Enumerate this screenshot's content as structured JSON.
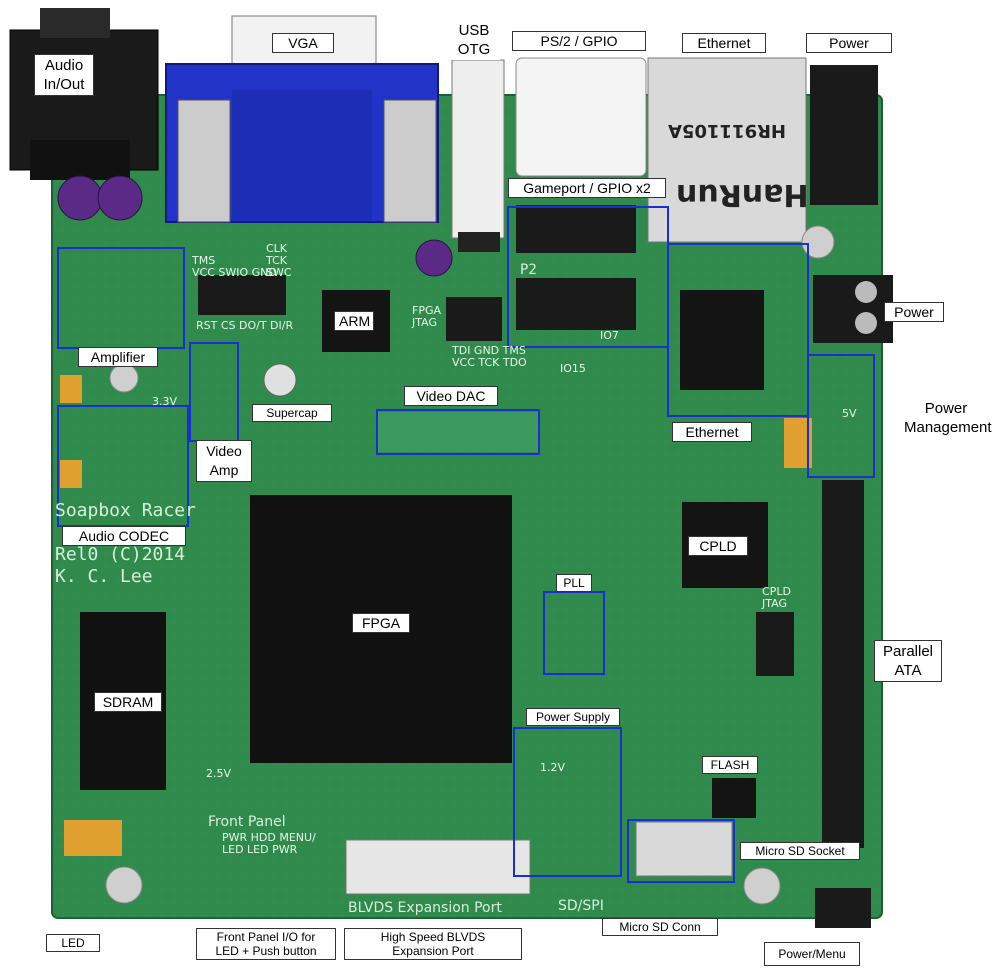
{
  "labels": {
    "audio": "Audio\nIn/Out",
    "vga": "VGA",
    "usb": "USB\nOTG",
    "ps2": "PS/2 / GPIO",
    "ethernet_top": "Ethernet",
    "power_top": "Power",
    "gameport": "Gameport / GPIO x2",
    "power_right": "Power",
    "power_mgmt": "Power\nManagement",
    "amplifier": "Amplifier",
    "arm": "ARM",
    "supercap": "Supercap",
    "video_dac": "Video DAC",
    "video_amp": "Video\nAmp",
    "ethernet_mid": "Ethernet",
    "audio_codec": "Audio CODEC",
    "cpld": "CPLD",
    "pll": "PLL",
    "fpga": "FPGA",
    "sdram": "SDRAM",
    "parallel_ata": "Parallel\nATA",
    "power_supply": "Power Supply",
    "flash": "FLASH",
    "micro_sd_socket": "Micro SD Socket",
    "led": "LED",
    "front_panel_io": "Front Panel I/O for\nLED + Push button",
    "blvds": "High Speed BLVDS\nExpansion Port",
    "micro_sd_conn": "Micro SD Conn",
    "power_menu": "Power/Menu"
  },
  "silkscreen": {
    "board_name_1": "Soapbox Racer",
    "board_name_2": "Rel0 (C)2014",
    "board_name_3": "K. C. Lee",
    "front_panel": "Front Panel",
    "front_panel_pins": "PWR HDD MENU/\nLED LED PWR",
    "blvds": "BLVDS Expansion Port",
    "sdspi": "SD/SPI",
    "hanrun": "HanRun",
    "hr_part": "HR911105A",
    "p2": "P2",
    "jtag_top": "CLK\nTCK\nSWC",
    "jtag_mid": "TMS\nVCC SWIO GND",
    "rst_row": "RST CS DO/T DI/R",
    "fpga_jtag": "FPGA\nJTAG",
    "tdi_row": "TDI GND TMS\nVCC TCK TDO",
    "cpld_jtag": "CPLD\nJTAG",
    "v33": "3.3V",
    "v25": "2.5V",
    "v12": "1.2V",
    "v5": "5V",
    "io15": "IO15",
    "io7": "IO7"
  },
  "colors": {
    "pcb": "#2f8a4c",
    "pcb_dark": "#1f6a36",
    "highlight": "#1a2fd0",
    "vga_blue": "#2233c8"
  }
}
